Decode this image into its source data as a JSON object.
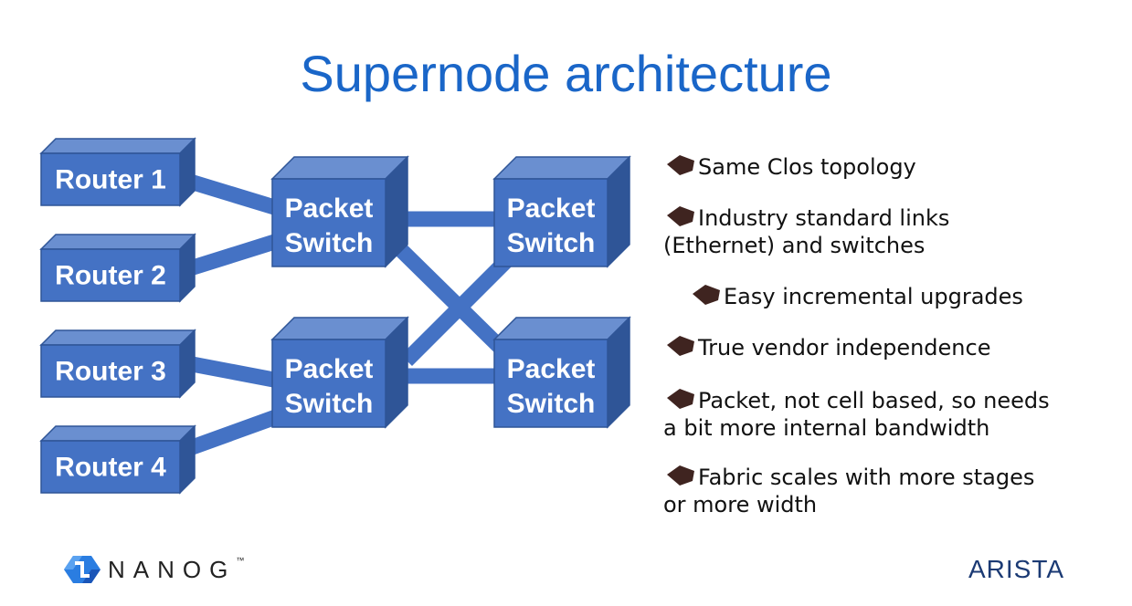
{
  "slide": {
    "title": "Supernode architecture"
  },
  "diagram": {
    "routers": [
      {
        "label": "Router 1"
      },
      {
        "label": "Router 2"
      },
      {
        "label": "Router 3"
      },
      {
        "label": "Router 4"
      }
    ],
    "switches": [
      {
        "line1": "Packet",
        "line2": "Switch"
      },
      {
        "line1": "Packet",
        "line2": "Switch"
      },
      {
        "line1": "Packet",
        "line2": "Switch"
      },
      {
        "line1": "Packet",
        "line2": "Switch"
      }
    ],
    "colors": {
      "box_front": "#4472c4",
      "box_top": "#6a8fd0",
      "box_side": "#2f5597",
      "link": "#4472c4"
    }
  },
  "bullets": [
    {
      "text": "Same Clos topology"
    },
    {
      "text": "Industry standard links",
      "text2": "(Ethernet) and switches"
    },
    {
      "text": "Easy incremental upgrades",
      "level": 2
    },
    {
      "text": "True vendor independence"
    },
    {
      "text": "Packet, not cell based, so needs",
      "text2": "a bit more internal bandwidth"
    },
    {
      "text": "Fabric scales with more stages",
      "text2": "or more width"
    }
  ],
  "logos": {
    "left": "NANOG",
    "left_tm": "™",
    "right": "ARISTA"
  },
  "colors": {
    "title": "#1a66c8",
    "bullet": "#3f2420"
  }
}
